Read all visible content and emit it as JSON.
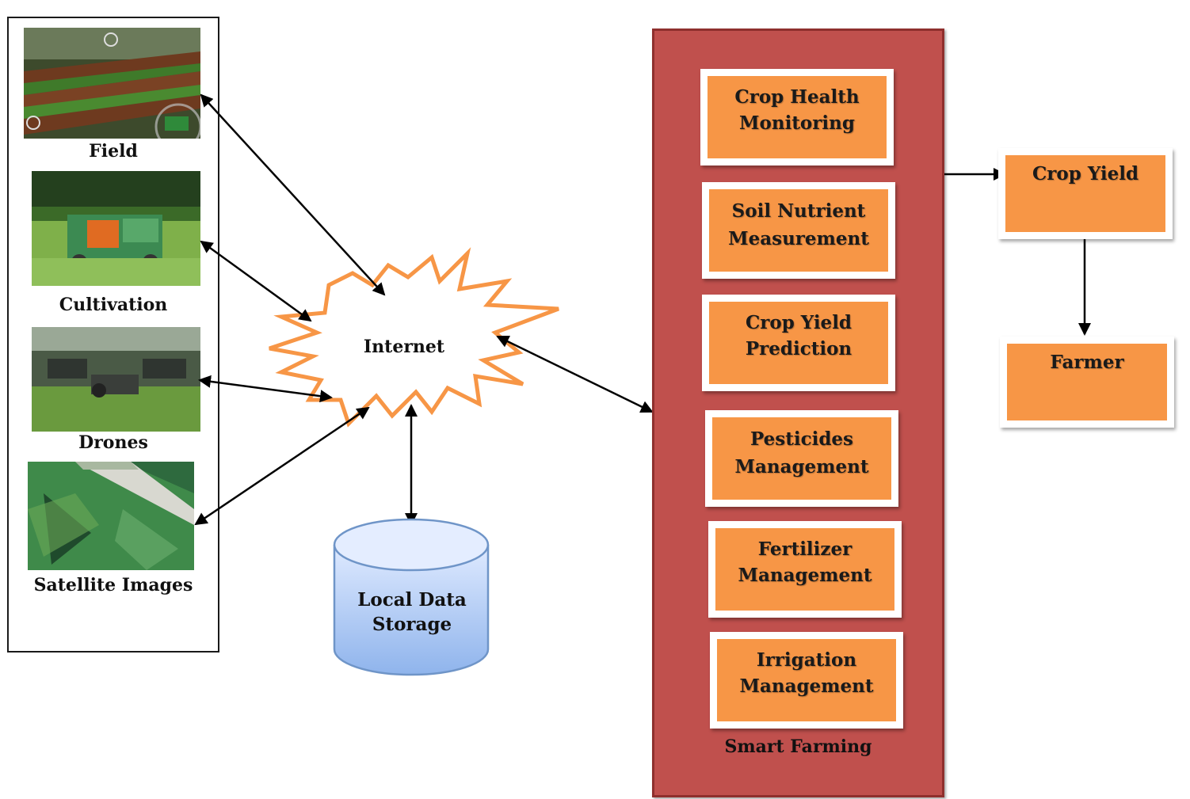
{
  "sources": [
    {
      "label": "Field"
    },
    {
      "label": "Cultivation"
    },
    {
      "label": "Drones"
    },
    {
      "label": "Satellite Images"
    }
  ],
  "internet": {
    "label": "Internet"
  },
  "storage": {
    "line1": "Local Data",
    "line2": "Storage"
  },
  "smart_farming": {
    "title": "Smart Farming",
    "modules": [
      {
        "line1": "Crop Health",
        "line2": "Monitoring"
      },
      {
        "line1": "Soil Nutrient",
        "line2": "Measurement"
      },
      {
        "line1": "Crop Yield",
        "line2": "Prediction"
      },
      {
        "line1": "Pesticides",
        "line2": "Management"
      },
      {
        "line1": "Fertilizer",
        "line2": "Management"
      },
      {
        "line1": "Irrigation",
        "line2": "Management"
      }
    ]
  },
  "outputs": {
    "crop_yield": "Crop Yield",
    "farmer": "Farmer"
  },
  "colors": {
    "module_fill": "#f79646",
    "panel_fill": "#c0504d",
    "cloud_stroke": "#f79646",
    "storage_fill": "#a9c6f0"
  }
}
